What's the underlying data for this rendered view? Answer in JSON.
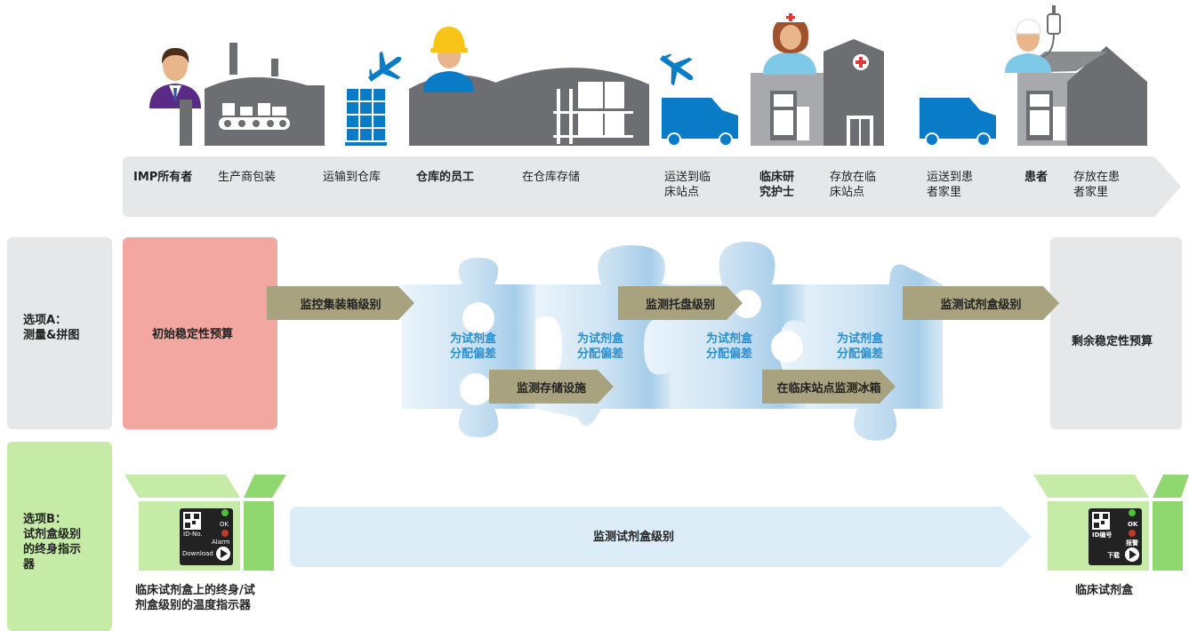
{
  "colors": {
    "gray_icon": "#6d6e71",
    "blue_icon": "#0a7cc7",
    "pink": "#f2a7a0",
    "light_gray": "#e6e7e8",
    "light_green": "#c5eba7",
    "green": "#8fd870",
    "olive": "#a8a27f",
    "light_blue": "#dcedf8",
    "text_blue": "#2a8fcf"
  },
  "top_flow": {
    "items": [
      {
        "label": "IMP所有者",
        "bold": true
      },
      {
        "label": "生产商包装",
        "bold": false
      },
      {
        "label": "运输到仓库",
        "bold": false
      },
      {
        "label": "仓库的员工",
        "bold": true
      },
      {
        "label": "在仓库存储",
        "bold": false
      },
      {
        "label": "运送到临床站点",
        "bold": false
      },
      {
        "label": "临床研究护士",
        "bold": true
      },
      {
        "label": "存放在临床站点",
        "bold": false
      },
      {
        "label": "运送到患者家里",
        "bold": false
      },
      {
        "label": "患者",
        "bold": true
      },
      {
        "label": "存放在患者家里",
        "bold": false
      }
    ]
  },
  "optionA": {
    "side_label": "选项A：\n测量&拼图",
    "start_box": "初始稳定性预算",
    "end_box": "剩余稳定性预算",
    "puzzle_pieces": [
      "为试剂盒\n分配偏差",
      "为试剂盒\n分配偏差",
      "为试剂盒\n分配偏差",
      "为试剂盒\n分配偏差"
    ],
    "arrows": {
      "container": "监控集装箱级别",
      "storage": "监测存储设施",
      "pallet": "监测托盘级别",
      "clinic_fridge": "在临床站点监测冰箱",
      "kit": "监测试剂盒级别"
    }
  },
  "optionB": {
    "side_label": "选项B：\n试剂盒级别\n的终身指示\n器",
    "arrow": "监测试剂盒级别",
    "left_caption": "临床试剂盒上的终身/试\n剂盒级别的温度指示器",
    "right_caption": "临床试剂盒",
    "left_device": {
      "id": "ID-No.",
      "ok": "OK",
      "alarm": "Alarm",
      "download": "Download"
    },
    "right_device": {
      "id": "ID编号",
      "ok": "OK",
      "alarm": "报警",
      "download": "下载"
    }
  }
}
